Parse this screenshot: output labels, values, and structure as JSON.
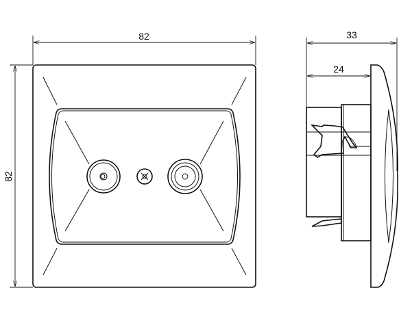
{
  "drawing": {
    "front_view": {
      "width_label": "82",
      "height_label": "82"
    },
    "side_view": {
      "depth_total_label": "33",
      "depth_body_label": "24"
    },
    "line_color": "#111111"
  }
}
